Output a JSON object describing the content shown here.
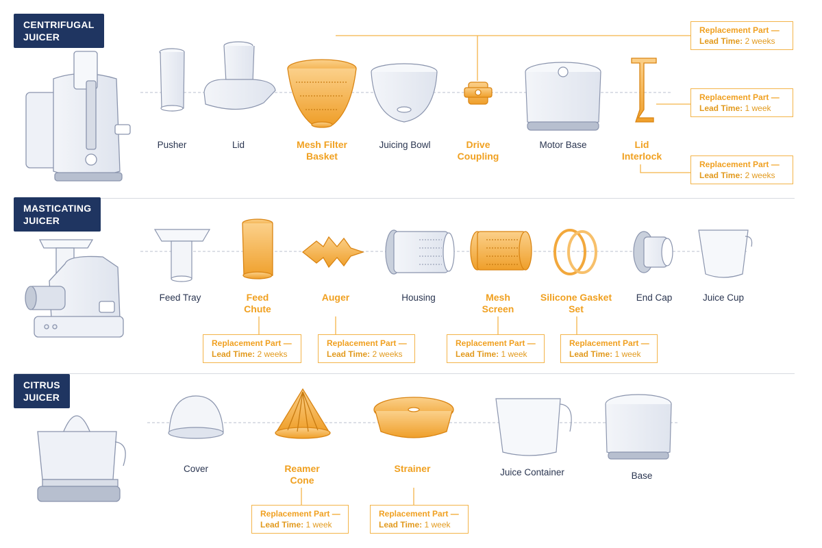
{
  "colors": {
    "badge": "#1f3561",
    "highlight": "#f0a020",
    "outline": "#8a94ad",
    "text": "#2a3550"
  },
  "sections": [
    {
      "title": "CENTRIFUGAL\nJUICER",
      "parts": [
        {
          "label": "Pusher",
          "highlight": false,
          "icon": "pusher-icon"
        },
        {
          "label": "Lid",
          "highlight": false,
          "icon": "lid-icon"
        },
        {
          "label": "Mesh Filter\nBasket",
          "highlight": true,
          "icon": "mesh-filter-basket-icon"
        },
        {
          "label": "Juicing Bowl",
          "highlight": false,
          "icon": "juicing-bowl-icon"
        },
        {
          "label": "Drive\nCoupling",
          "highlight": true,
          "icon": "drive-coupling-icon"
        },
        {
          "label": "Motor Base",
          "highlight": false,
          "icon": "motor-base-icon"
        },
        {
          "label": "Lid\nInterlock",
          "highlight": true,
          "icon": "lid-interlock-icon"
        }
      ],
      "callouts": [
        {
          "line1": "Replacement Part —",
          "lead_label": "Lead Time:",
          "lead_value": "2 weeks"
        },
        {
          "line1": "Replacement Part —",
          "lead_label": "Lead Time:",
          "lead_value": "1 week"
        },
        {
          "line1": "Replacement Part —",
          "lead_label": "Lead Time:",
          "lead_value": "2 weeks"
        }
      ]
    },
    {
      "title": "MASTICATING\nJUICER",
      "parts": [
        {
          "label": "Feed Tray",
          "highlight": false,
          "icon": "feed-tray-icon"
        },
        {
          "label": "Feed\nChute",
          "highlight": true,
          "icon": "feed-chute-icon"
        },
        {
          "label": "Auger",
          "highlight": true,
          "icon": "auger-icon"
        },
        {
          "label": "Housing",
          "highlight": false,
          "icon": "housing-icon"
        },
        {
          "label": "Mesh\nScreen",
          "highlight": true,
          "icon": "mesh-screen-icon"
        },
        {
          "label": "Silicone Gasket\nSet",
          "highlight": true,
          "icon": "gasket-icon"
        },
        {
          "label": "End Cap",
          "highlight": false,
          "icon": "end-cap-icon"
        },
        {
          "label": "Juice Cup",
          "highlight": false,
          "icon": "juice-cup-icon"
        }
      ],
      "callouts": [
        {
          "line1": "Replacement Part —",
          "lead_label": "Lead Time:",
          "lead_value": "2 weeks"
        },
        {
          "line1": "Replacement Part —",
          "lead_label": "Lead Time:",
          "lead_value": "2 weeks"
        },
        {
          "line1": "Replacement Part —",
          "lead_label": "Lead Time:",
          "lead_value": "1 week"
        },
        {
          "line1": "Replacement Part —",
          "lead_label": "Lead Time:",
          "lead_value": "1 week"
        }
      ]
    },
    {
      "title": "CITRUS\nJUICER",
      "parts": [
        {
          "label": "Cover",
          "highlight": false,
          "icon": "cover-icon"
        },
        {
          "label": "Reamer\nCone",
          "highlight": true,
          "icon": "reamer-cone-icon"
        },
        {
          "label": "Strainer",
          "highlight": true,
          "icon": "strainer-icon"
        },
        {
          "label": "Juice Container",
          "highlight": false,
          "icon": "juice-container-icon"
        },
        {
          "label": "Base",
          "highlight": false,
          "icon": "base-icon"
        }
      ],
      "callouts": [
        {
          "line1": "Replacement Part —",
          "lead_label": "Lead Time:",
          "lead_value": "1 week"
        },
        {
          "line1": "Replacement Part —",
          "lead_label": "Lead Time:",
          "lead_value": "1 week"
        }
      ]
    }
  ]
}
